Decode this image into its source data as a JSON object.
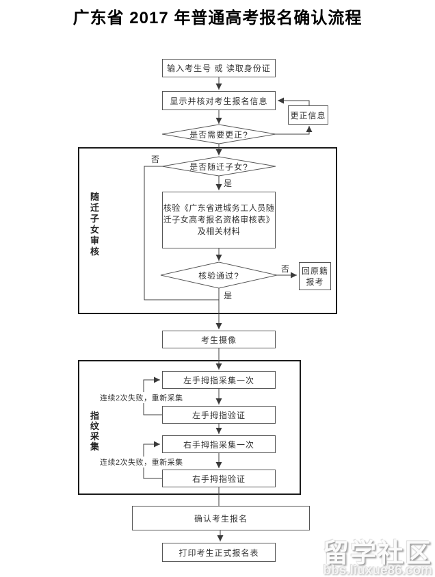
{
  "title": "广东省 2017 年普通高考报名确认流程",
  "nodes": {
    "input": {
      "label": "输入考生号 或 读取身份证"
    },
    "display": {
      "label": "显示并核对考生报名信息"
    },
    "need_correction": {
      "label": "是否需要更正?"
    },
    "correct_info": {
      "label": "更正信息"
    },
    "is_migrant_child": {
      "label": "是否随迁子女?"
    },
    "verify_form": {
      "lines": [
        "核验《广东省进城务工人员随",
        "迁子女高考报名资格审核表》",
        "及相关材料"
      ]
    },
    "verify_pass": {
      "label": "核验通过?"
    },
    "return_origin": {
      "lines": [
        "回原籍",
        "报考"
      ]
    },
    "photo": {
      "label": "考生摄像"
    },
    "left_thumb_collect": {
      "label": "左手拇指采集一次"
    },
    "left_thumb_verify": {
      "label": "左手拇指验证"
    },
    "right_thumb_collect": {
      "label": "右手拇指采集一次"
    },
    "right_thumb_verify": {
      "label": "右手拇指验证"
    },
    "confirm": {
      "label": "确认考生报名"
    },
    "print": {
      "label": "打印考生正式报名表"
    }
  },
  "sections": {
    "migrant_review": "随迁子女审核",
    "fingerprint": "指纹采集"
  },
  "edge_labels": {
    "migrant_no": "否",
    "migrant_yes": "是",
    "pass_no": "否",
    "pass_yes": "是",
    "retry_left": "连续2次失败，重新采集",
    "retry_right": "连续2次失败，重新采集"
  },
  "watermark": {
    "name": "留学社区",
    "url": "bbs.liuxue86.com"
  },
  "colors": {
    "line": "#3f3f3f",
    "box_border": "#555555",
    "frame_border": "#1a1a1a",
    "text": "#333333",
    "watermark": "#f4f4f4"
  }
}
